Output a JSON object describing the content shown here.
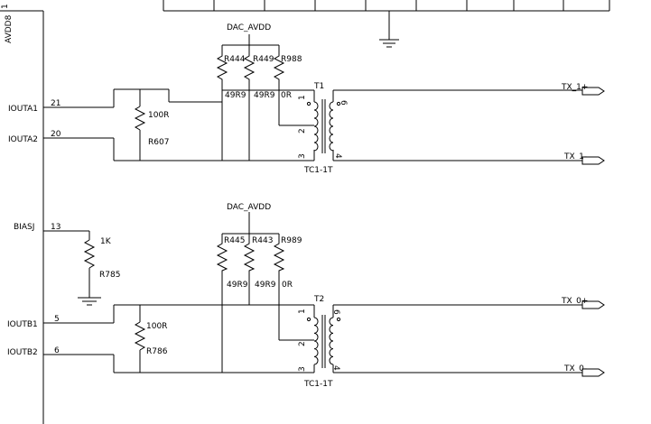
{
  "ic": {
    "power_pin_label": "AVDD8",
    "top_pin_number": "1"
  },
  "pins": {
    "iouta1": {
      "name": "IOUTA1",
      "number": "21"
    },
    "iouta2": {
      "name": "IOUTA2",
      "number": "20"
    },
    "biasj": {
      "name": "BIASJ",
      "number": "13"
    },
    "ioutb1": {
      "name": "IOUTB1",
      "number": "5"
    },
    "ioutb2": {
      "name": "IOUTB2",
      "number": "6"
    }
  },
  "section_a": {
    "supply": "DAC_AVDD",
    "r1": {
      "ref": "R444",
      "value": "49R9"
    },
    "r2": {
      "ref": "R449",
      "value": "49R9"
    },
    "r3": {
      "ref": "R988",
      "value": "0R"
    },
    "term": {
      "ref": "R607",
      "value": "100R"
    },
    "transformer": {
      "ref": "T1",
      "part": "TC1-1T",
      "pins": [
        "1",
        "2",
        "3",
        "6",
        "4"
      ]
    },
    "out_pos": "TX_1+",
    "out_neg": "TX_1-"
  },
  "section_b": {
    "supply": "DAC_AVDD",
    "r1": {
      "ref": "R445",
      "value": "49R9"
    },
    "r2": {
      "ref": "R443",
      "value": "49R9"
    },
    "r3": {
      "ref": "R989",
      "value": "0R"
    },
    "term": {
      "ref": "R786",
      "value": "100R"
    },
    "transformer": {
      "ref": "T2",
      "part": "TC1-1T",
      "pins": [
        "1",
        "2",
        "3",
        "6",
        "4"
      ]
    },
    "out_pos": "TX_0+",
    "out_neg": "TX_0-"
  },
  "bias": {
    "ref": "R785",
    "value": "1K"
  }
}
